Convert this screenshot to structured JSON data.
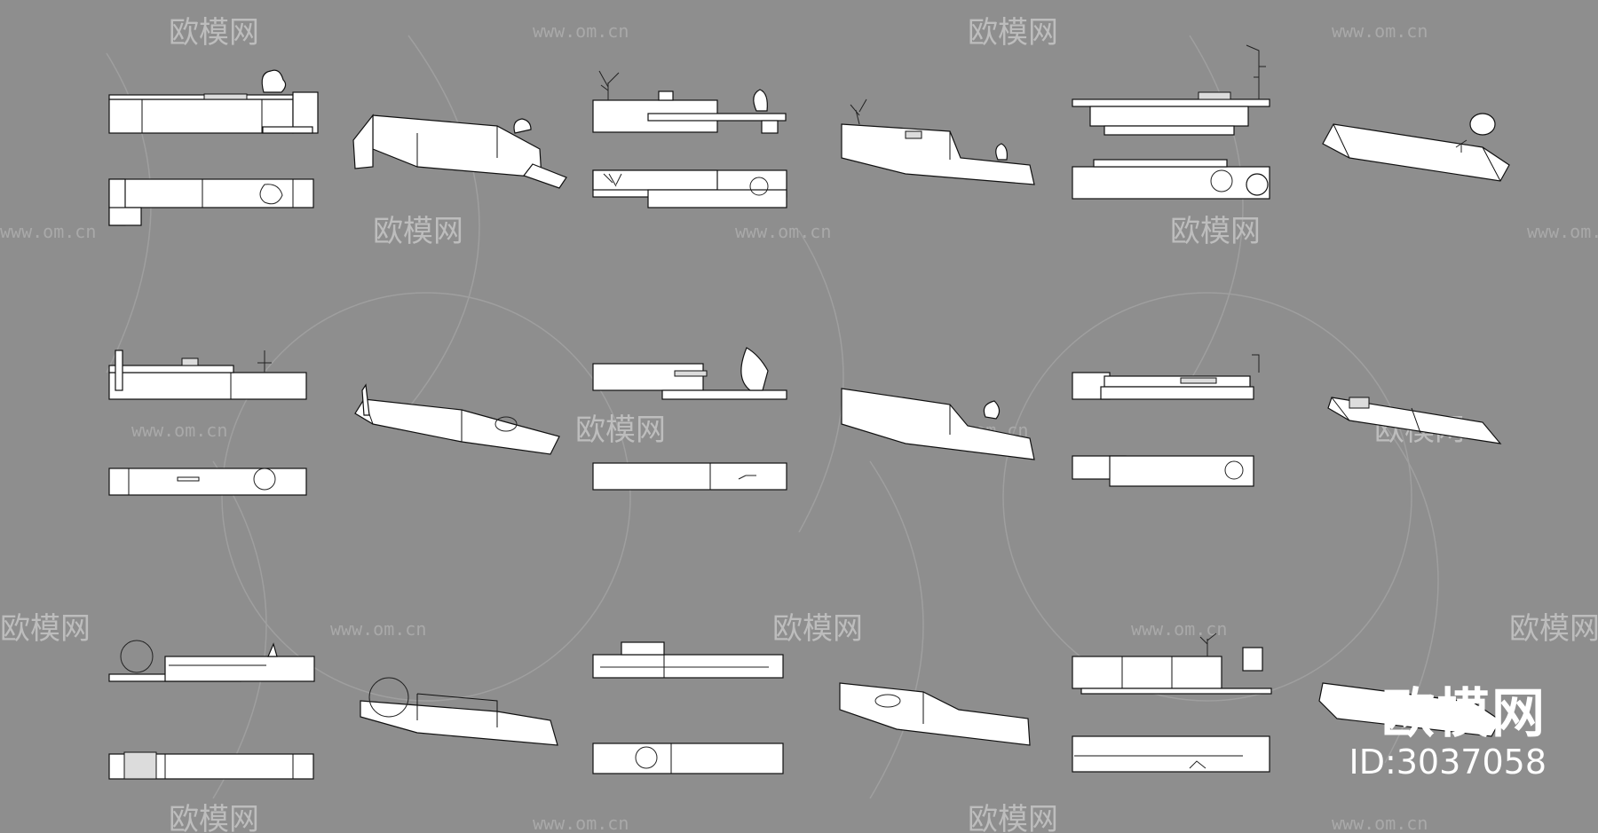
{
  "watermark": {
    "brand": "欧模网",
    "url": "www.om.cn"
  },
  "id_block": {
    "logo": "欧模网",
    "id_label": "ID:3037058"
  },
  "colors": {
    "background": "#8e8e8e",
    "model": "#ffffff",
    "outline": "#111111"
  }
}
